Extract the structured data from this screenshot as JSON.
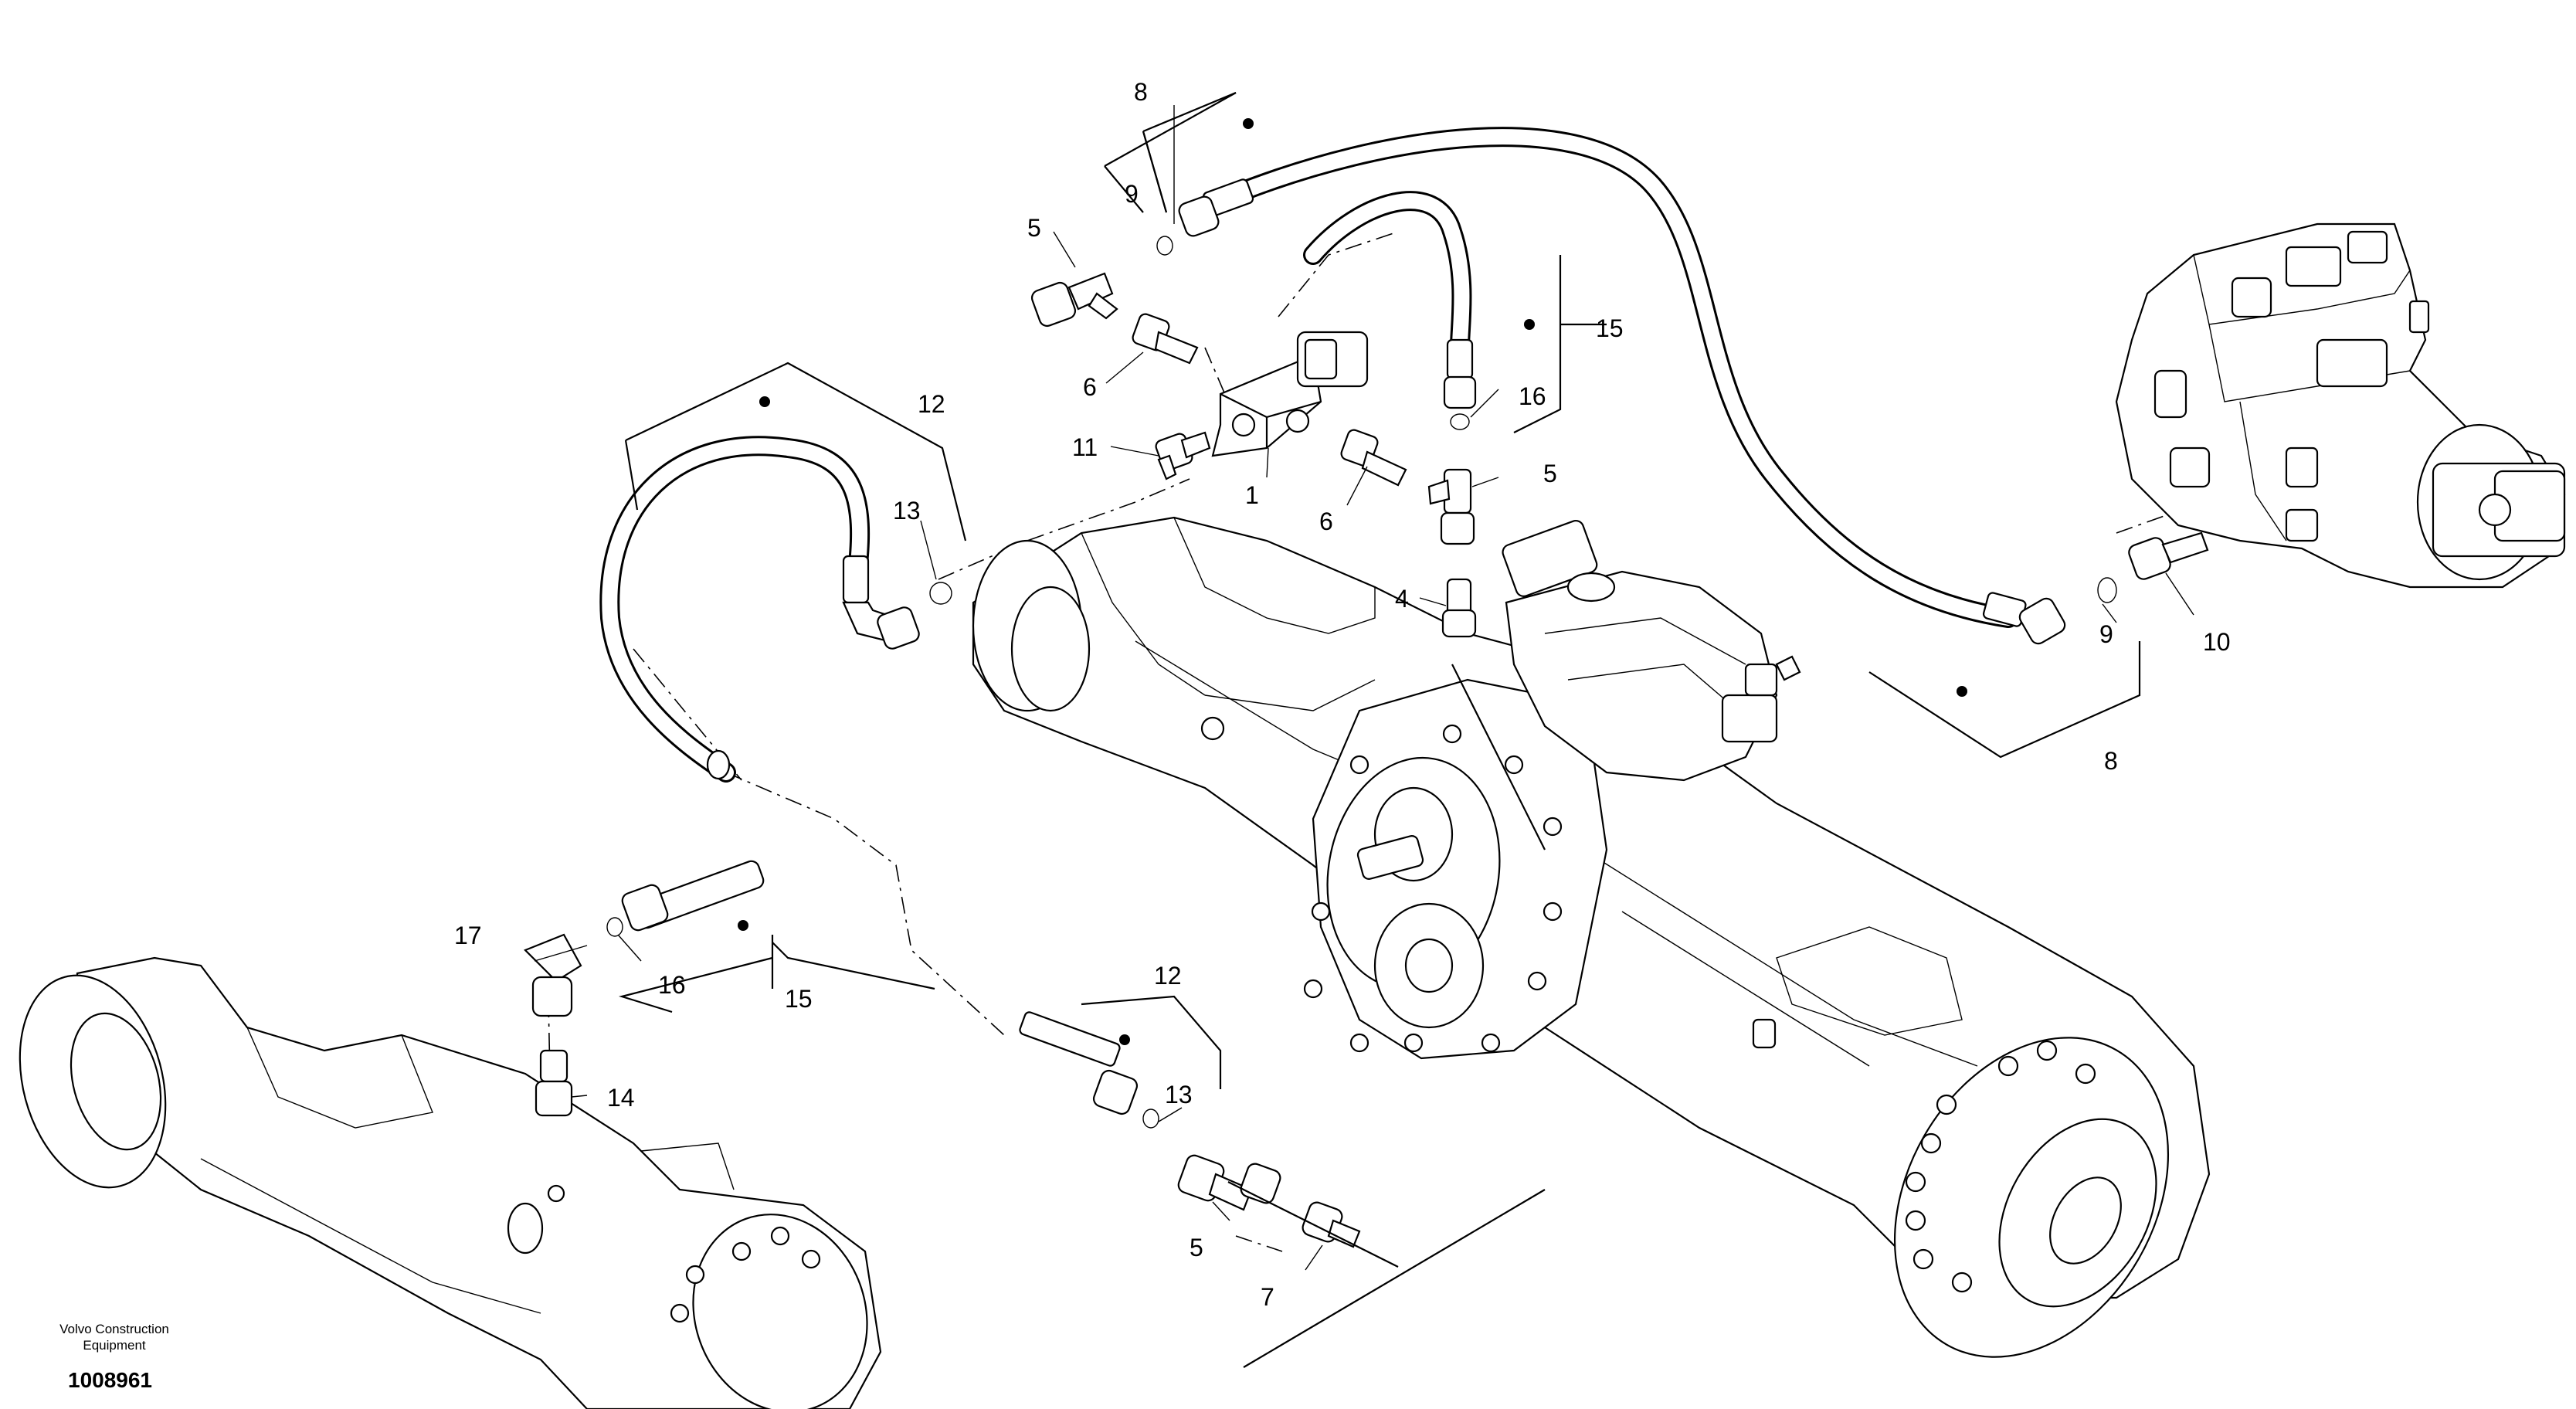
{
  "drawing": {
    "company_line1": "Volvo Construction",
    "company_line2": "Equipment",
    "drawing_number": "1008961"
  },
  "callouts": {
    "c1": "1",
    "c4": "4",
    "c5a": "5",
    "c5b": "5",
    "c5c": "5",
    "c6a": "6",
    "c6b": "6",
    "c7": "7",
    "c8a": "8",
    "c8b": "8",
    "c9a": "9",
    "c9b": "9",
    "c10": "10",
    "c11": "11",
    "c12a": "12",
    "c12b": "12",
    "c13a": "13",
    "c13b": "13",
    "c14": "14",
    "c15a": "15",
    "c15b": "15",
    "c16a": "16",
    "c16b": "16",
    "c17": "17"
  }
}
